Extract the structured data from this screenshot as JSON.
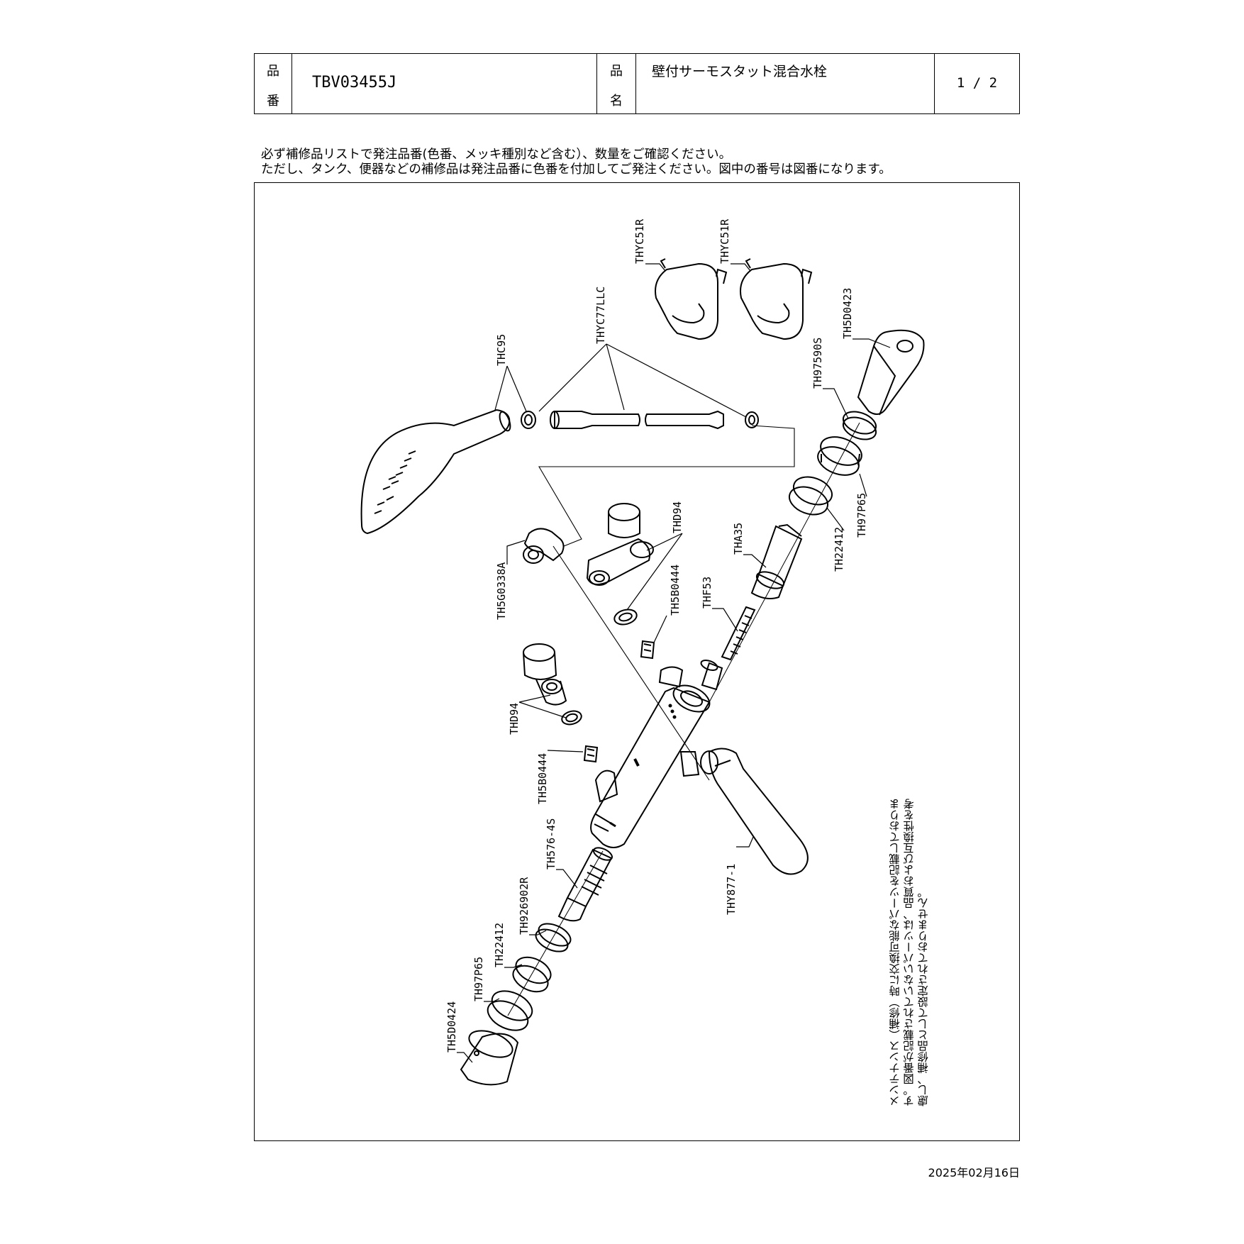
{
  "header": {
    "code_label_1": "品",
    "code_label_2": "番",
    "code": "TBV03455J",
    "name_label_1": "品",
    "name_label_2": "名",
    "name": "壁付サーモスタット混合水栓",
    "page": "1 / 2"
  },
  "notes": {
    "line1": "必ず補修品リストで発注品番(色番、メッキ種別など含む）、数量をご確認ください。",
    "line2": "ただし、タンク、便器などの補修品は発注品番に色番を付加してご発注ください。図中の番号は図番になります。"
  },
  "maintenance_note": "メンテナンス（補修）時に交換可能なパーツを記載しております。図番が記載されていないパーツは、品質および互換性を考慮し、補修品として設定されておりません。",
  "parts": {
    "thyc51r_a": "THYC51R",
    "thyc51r_b": "THYC51R",
    "th5d0423": "TH5D0423",
    "thyc77llc": "THYC77LLC",
    "thc95": "THC95",
    "th97590s": "TH97590S",
    "th97p65_a": "TH97P65",
    "th22412_a": "TH22412",
    "tha35": "THA35",
    "thd94_a": "THD94",
    "thf53": "THF53",
    "th5b0444_a": "TH5B0444",
    "th5g0338a": "TH5G0338A",
    "thd94_b": "THD94",
    "th5b0444_b": "TH5B0444",
    "th576_4s": "TH576-4S",
    "th926902r": "TH926902R",
    "th22412_b": "TH22412",
    "th97p65_b": "TH97P65",
    "th5d0424": "TH5D0424",
    "thy877_1": "THY877-1"
  },
  "footer": {
    "date": "2025年02月16日"
  }
}
